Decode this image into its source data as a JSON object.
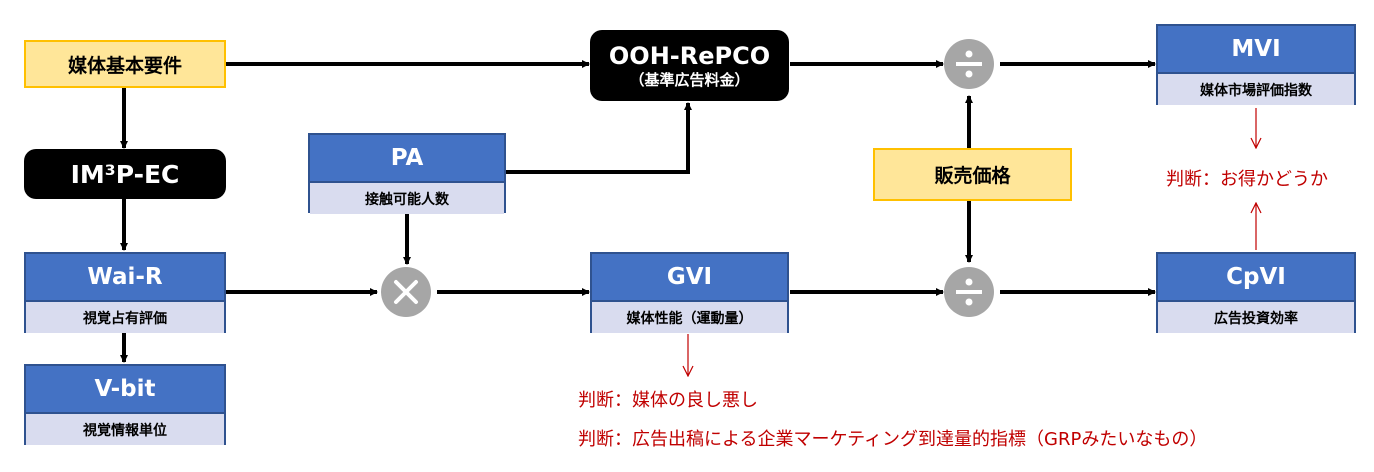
{
  "nodes": {
    "baitai_kihon": "媒体基本要件",
    "im3pec": "IM³P-EC",
    "wair": {
      "title": "Wai-R",
      "sub": "視覚占有評価"
    },
    "vbit": {
      "title": "V-bit",
      "sub": "視覚情報単位"
    },
    "pa": {
      "title": "PA",
      "sub": "接触可能人数"
    },
    "oohrepco": {
      "title": "OOH-RePCO",
      "sub": "（基準広告料金）"
    },
    "gvi": {
      "title": "GVI",
      "sub": "媒体性能（運動量）"
    },
    "hanbai": "販売価格",
    "mvi": {
      "title": "MVI",
      "sub": "媒体市場評価指数"
    },
    "cpvi": {
      "title": "CpVI",
      "sub": "広告投資効率"
    }
  },
  "operators": {
    "multiply": "×",
    "divide": "÷"
  },
  "notes": {
    "mvi_cpvi": "判断：お得かどうか",
    "gvi_1": "判断：媒体の良し悪し",
    "gvi_2": "判断：広告出稿による企業マーケティング到達量的指標（GRPみたいなもの）"
  },
  "colors": {
    "blue": "#4472c4",
    "lavender": "#d9dcef",
    "yellow": "#ffe699",
    "gold": "#ffc000",
    "gray": "#a6a6a6",
    "red": "#c00000"
  }
}
